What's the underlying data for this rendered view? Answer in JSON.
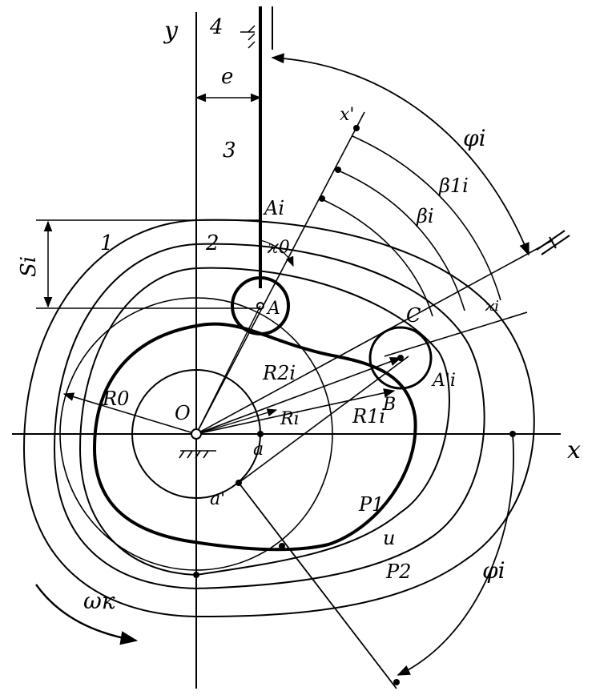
{
  "labels": {
    "y_axis": "y",
    "x_axis": "x",
    "part4": "4",
    "e": "e",
    "part3": "3",
    "x_prime": "x'",
    "phi_top": "φi",
    "beta1": "β1i",
    "beta": "βi",
    "Ai": "Ai",
    "Si": "Si",
    "part1": "1",
    "part2": "2",
    "kappa0": "ϰ0",
    "A": "A",
    "C": "C",
    "kappa_i": "ϰi",
    "R2i": "R2i",
    "A_prime_i": "A'i",
    "R0": "R0",
    "O": "O",
    "Ri": "Ri",
    "R1i": "R1i",
    "B": "B",
    "a": "a",
    "a_prime": "a'",
    "P1": "P1",
    "u": "u",
    "P2": "P2",
    "phi_bottom": "φi",
    "omega_k": "ωк"
  },
  "colors": {
    "ink": "#000000",
    "paper": "#ffffff"
  }
}
